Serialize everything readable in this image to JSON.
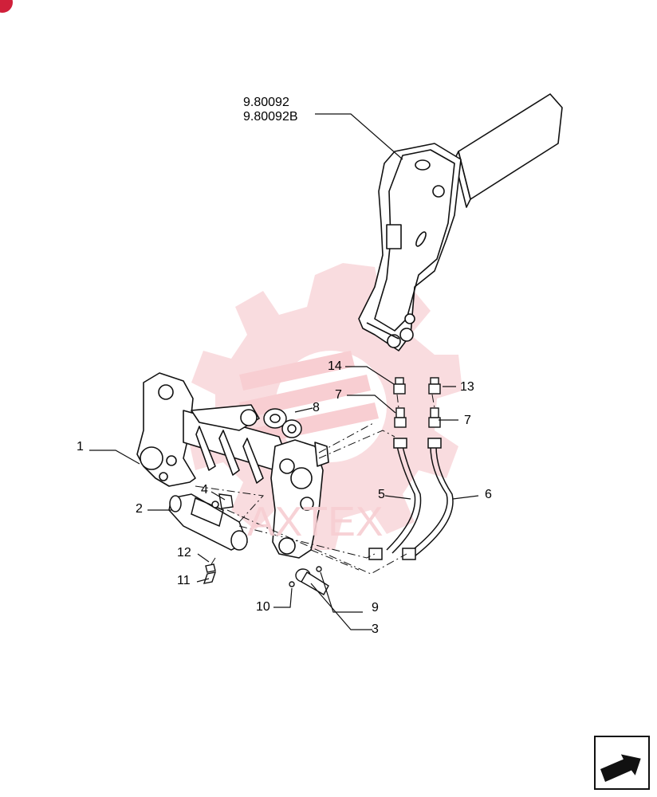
{
  "reference": {
    "line1": "9.80092",
    "line2": "9.80092B"
  },
  "callouts": {
    "c1": "1",
    "c2": "2",
    "c3": "3",
    "c4": "4",
    "c5": "5",
    "c6": "6",
    "c7a": "7",
    "c7b": "7",
    "c8": "8",
    "c9": "9",
    "c10": "10",
    "c11": "11",
    "c12": "12",
    "c13": "13",
    "c14": "14"
  },
  "watermark": {
    "text": "AXTEX",
    "color": "#f6c9cd"
  },
  "colors": {
    "line": "#111111",
    "badge": "#d0203a"
  },
  "icons": {
    "nav": "arrow-next-page-icon"
  }
}
